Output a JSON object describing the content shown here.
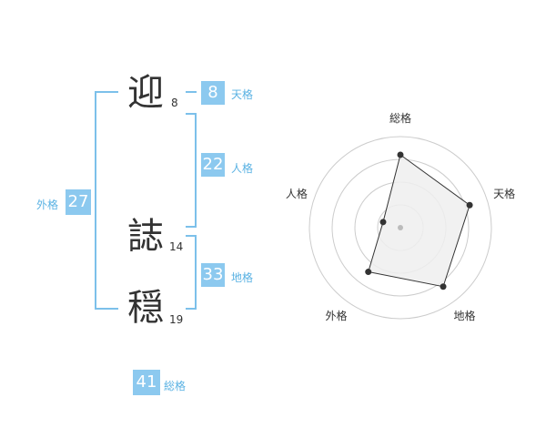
{
  "characters": [
    {
      "char": "迎",
      "strokes": "8"
    },
    {
      "char": "誌",
      "strokes": "14"
    },
    {
      "char": "穏",
      "strokes": "19"
    }
  ],
  "fortunes": {
    "tenkaku": {
      "value": "8",
      "label": "天格"
    },
    "jinkaku": {
      "value": "22",
      "label": "人格"
    },
    "chikaku": {
      "value": "33",
      "label": "地格"
    },
    "gaikaku": {
      "value": "27",
      "label": "外格"
    },
    "soukaku": {
      "value": "41",
      "label": "総格"
    }
  },
  "chart_data": {
    "type": "radar",
    "axes": [
      "総格",
      "天格",
      "地格",
      "外格",
      "人格"
    ],
    "values": [
      4,
      4,
      4,
      3,
      1
    ],
    "max": 5,
    "rings": 4,
    "colors": {
      "fill": "#eeeeee",
      "line": "#333333",
      "grid": "#cccccc",
      "center": "#bbbbbb"
    }
  }
}
